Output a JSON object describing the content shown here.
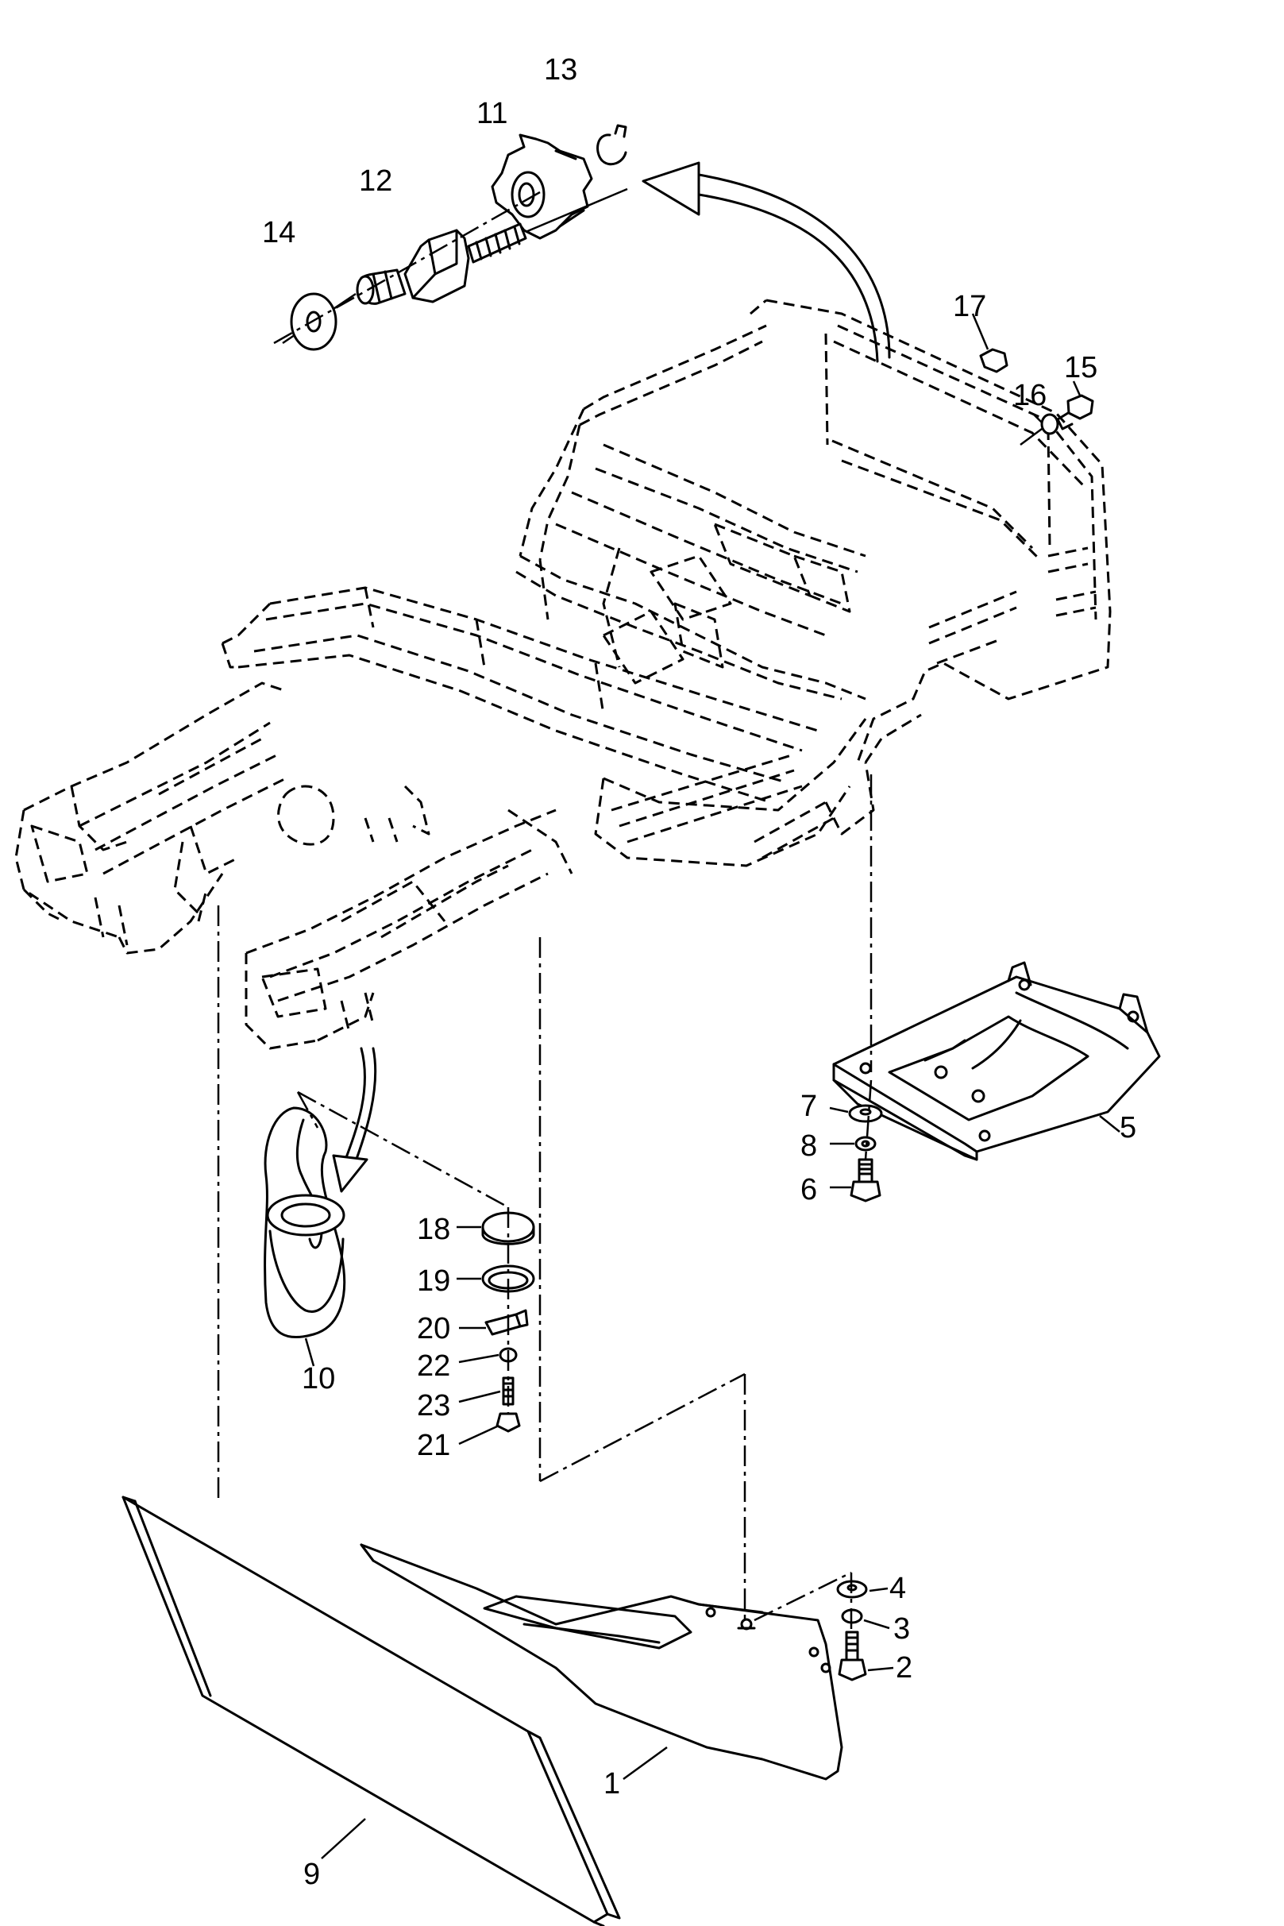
{
  "callouts": {
    "p1": "1",
    "p2": "2",
    "p3": "3",
    "p4": "4",
    "p5": "5",
    "p6": "6",
    "p7": "7",
    "p8": "8",
    "p9": "9",
    "p10": "10",
    "p11": "11",
    "p12": "12",
    "p13": "13",
    "p14": "14",
    "p15": "15",
    "p16": "16",
    "p17": "17",
    "p18": "18",
    "p19": "19",
    "p20": "20",
    "p21": "21",
    "p22": "22",
    "p23": "23"
  }
}
